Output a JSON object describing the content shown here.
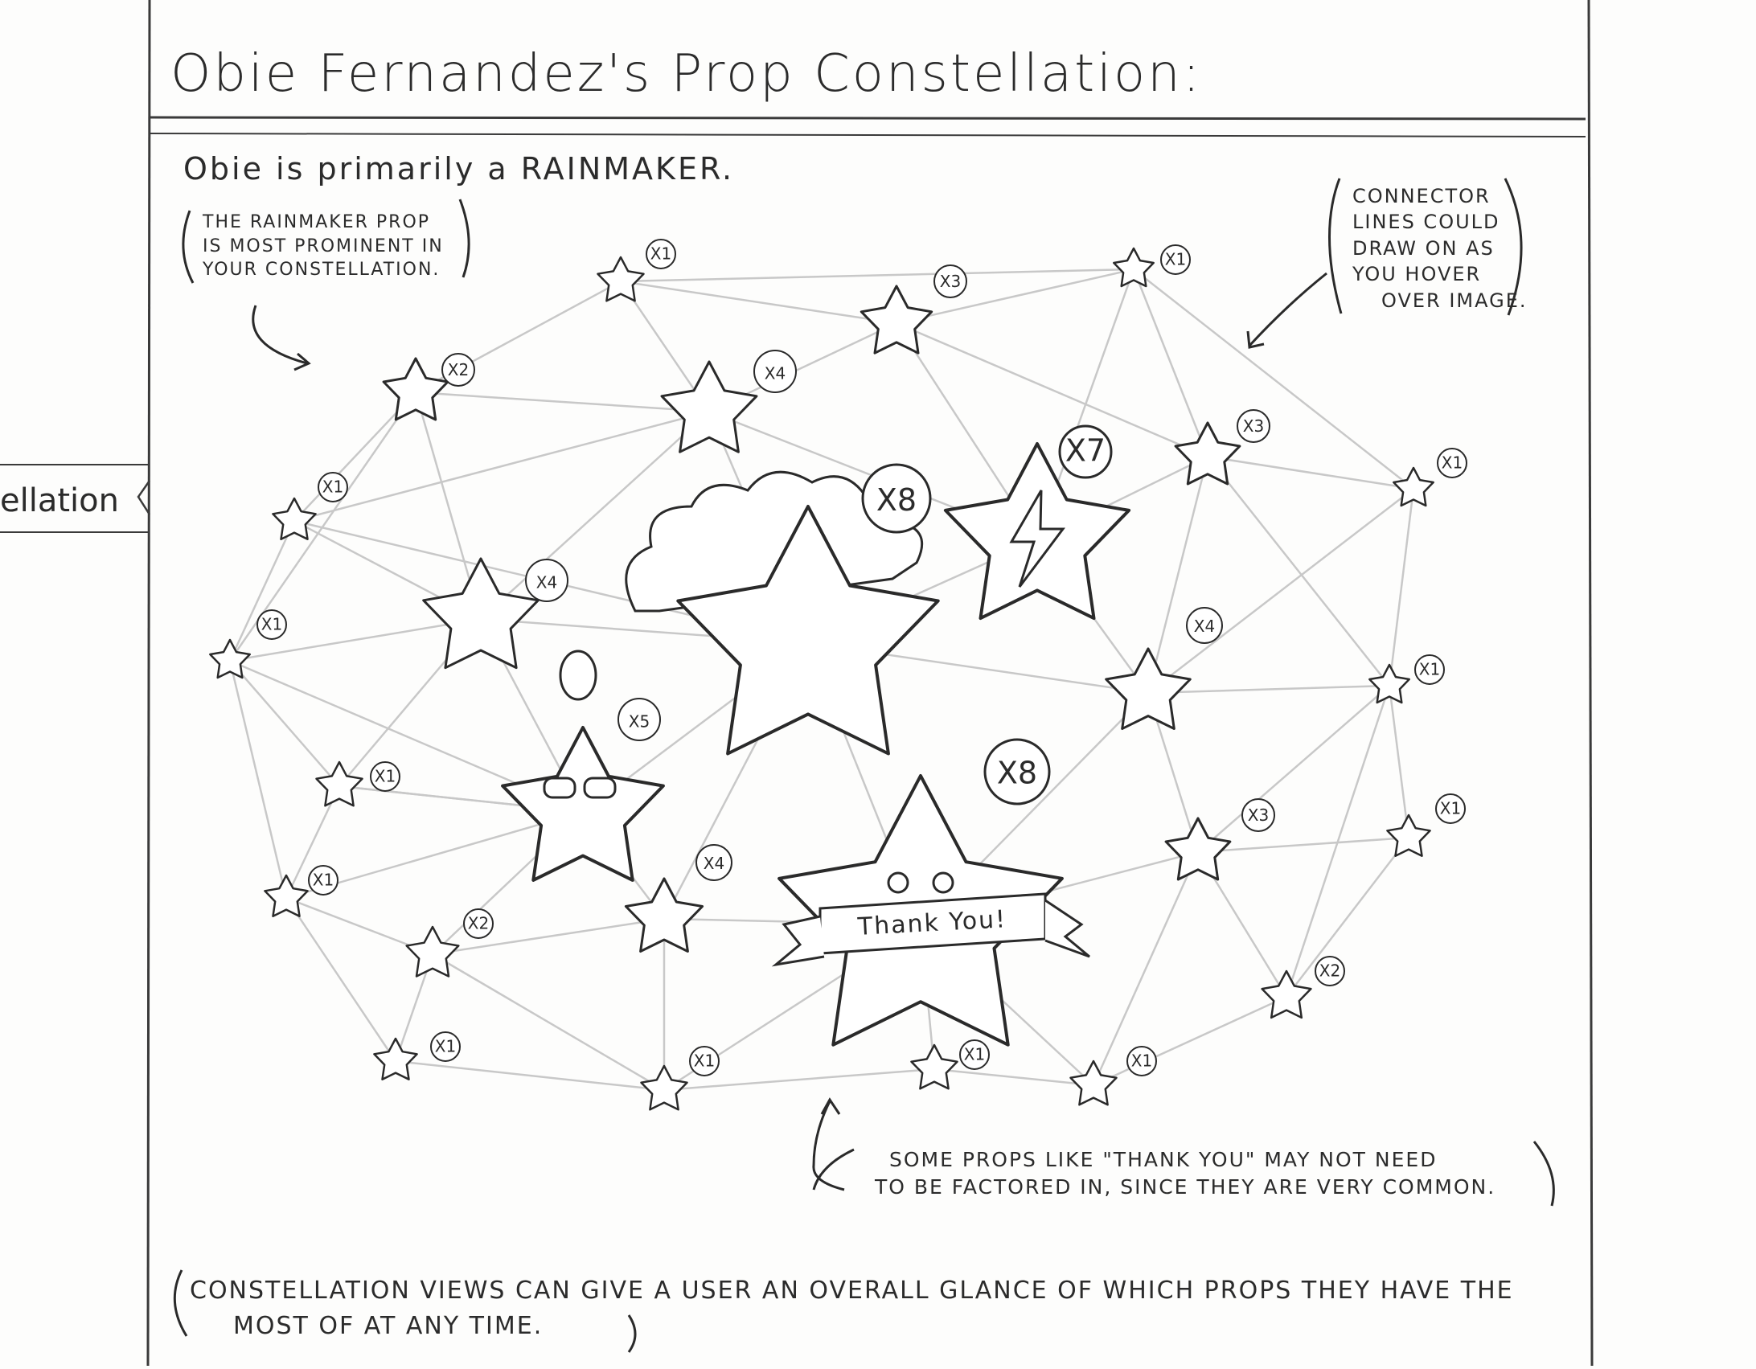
{
  "title": "Obie Fernandez's Prop Constellation:",
  "subtitle": "Obie is primarily a RAINMAKER.",
  "side_tab": "ellation",
  "notes": {
    "rainmaker": [
      "THE RAINMAKER PROP",
      "IS MOST PROMINENT IN",
      "YOUR CONSTELLATION."
    ],
    "connector": [
      "CONNECTOR",
      "LINES COULD",
      "DRAW ON AS",
      "YOU HOVER",
      "OVER IMAGE."
    ],
    "thank_you": [
      "SOME PROPS LIKE \"THANK YOU\" MAY NOT NEED",
      "TO BE FACTORED IN, SINCE THEY ARE VERY COMMON."
    ],
    "footer": [
      "CONSTELLATION VIEWS CAN GIVE A USER AN OVERALL GLANCE OF WHICH PROPS THEY HAVE THE",
      "MOST OF AT ANY TIME."
    ]
  },
  "banner_text": "Thank You!",
  "props": [
    {
      "icon": "rainmaker-star-icon",
      "count": "X8"
    },
    {
      "icon": "lightning-star-icon",
      "count": "X7"
    },
    {
      "icon": "thank-you-star-icon",
      "count": "X8"
    },
    {
      "icon": "lightbulb-star-icon",
      "count": "X5"
    },
    {
      "icon": "megaphone-star-icon",
      "count": "X4"
    },
    {
      "icon": "flag-star-icon",
      "count": "X4"
    },
    {
      "icon": "cheerleader-star-icon",
      "count": "X4"
    },
    {
      "icon": "clipboard-star-icon",
      "count": "X4"
    },
    {
      "icon": "sunglasses-star-icon",
      "count": "X3"
    },
    {
      "icon": "hat-star-icon",
      "count": "X3"
    },
    {
      "icon": "wizard-star-icon",
      "count": "X3"
    },
    {
      "icon": "climber-star-icon",
      "count": "X2"
    },
    {
      "icon": "badge-star-icon",
      "count": "X2"
    },
    {
      "icon": "patched-star-icon",
      "count": "X2"
    },
    {
      "icon": "pirate-star-icon",
      "count": "X1"
    },
    {
      "icon": "angry-star-icon",
      "count": "X1"
    },
    {
      "icon": "dancer-star-icon",
      "count": "X1"
    },
    {
      "icon": "star-icon",
      "count": "X1"
    },
    {
      "icon": "runner-star-icon",
      "count": "X1"
    },
    {
      "icon": "star-icon",
      "count": "X1"
    },
    {
      "icon": "diver-star-icon",
      "count": "X1"
    },
    {
      "icon": "cowboy-star-icon",
      "count": "X1"
    },
    {
      "icon": "splash-star-icon",
      "count": "X1"
    },
    {
      "icon": "helmet-star-icon",
      "count": "X1"
    },
    {
      "icon": "rider-star-icon",
      "count": "X1"
    },
    {
      "icon": "chicken-star-icon",
      "count": "X1"
    },
    {
      "icon": "trumpet-star-icon",
      "count": "X1"
    }
  ]
}
